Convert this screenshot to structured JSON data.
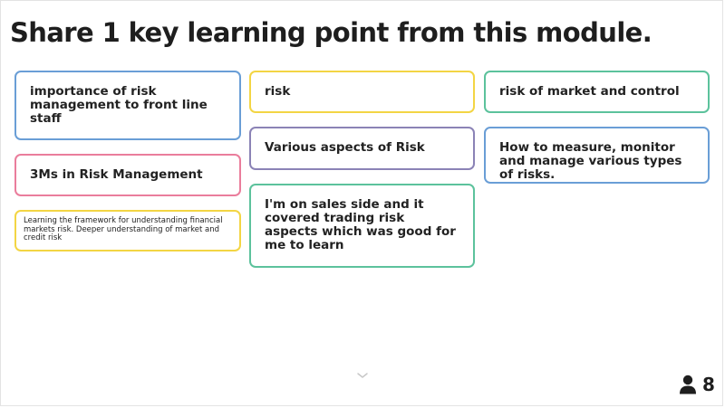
{
  "question": "Share 1 key learning point from this module.",
  "responses": [
    {
      "text": "importance of risk management to front line staff",
      "color": "#6a9ed6"
    },
    {
      "text": "3Ms in Risk Management",
      "color": "#ea7d9c"
    },
    {
      "text": "Learning the framework for understanding financial markets risk. Deeper understanding of market and credit risk",
      "color": "#f3d544"
    },
    {
      "text": "risk",
      "color": "#f3d544"
    },
    {
      "text": "Various aspects of Risk",
      "color": "#8b83b6"
    },
    {
      "text": "I'm on sales side and it covered trading risk aspects which was good for me to learn",
      "color": "#5cc29c"
    },
    {
      "text": "risk of market and control",
      "color": "#5cc29c"
    },
    {
      "text": "How to measure, monitor and manage various types of risks.",
      "color": "#6a9ed6"
    }
  ],
  "footer": {
    "participant_icon": "person-icon",
    "participant_count": "8",
    "scroll_icon": "chevron-down-icon"
  }
}
